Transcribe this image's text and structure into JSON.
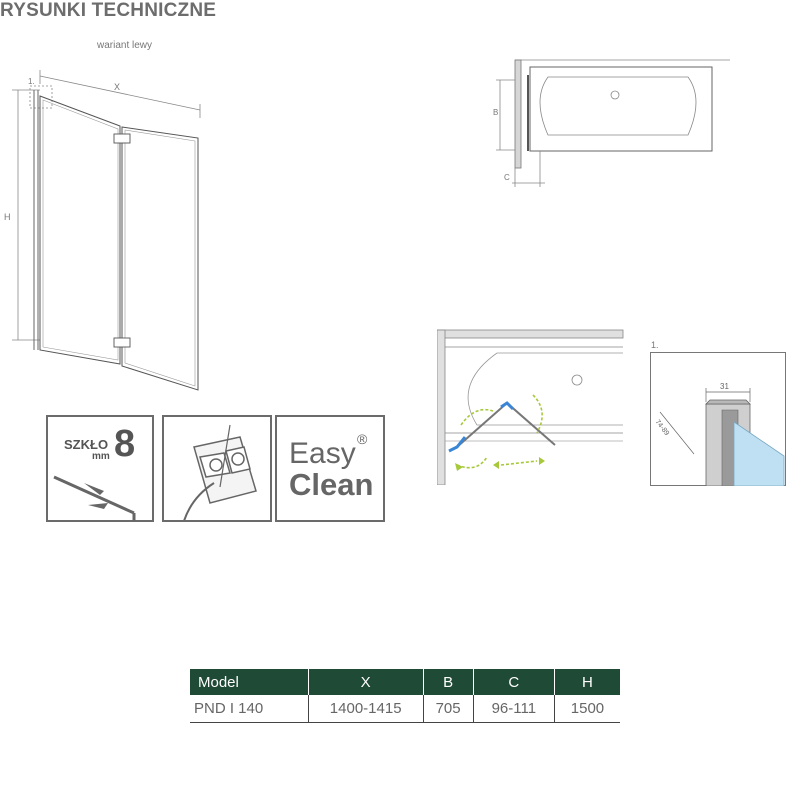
{
  "header": {
    "title": "RYSUNKI TECHNICZNE",
    "subtitle": "wariant lewy"
  },
  "front_view": {
    "label_x": "X",
    "label_h": "H",
    "label_detail": "1."
  },
  "top_view": {
    "label_b": "B",
    "label_c": "C"
  },
  "detail_view": {
    "label_number": "1.",
    "dim_width": "31",
    "dim_range": "74-89"
  },
  "badges": {
    "glass": {
      "word": "SZKŁO",
      "unit": "mm",
      "thickness": "8"
    },
    "easy_clean": {
      "line1": "Easy",
      "line2": "Clean",
      "mark": "®"
    }
  },
  "table": {
    "headers": [
      "Model",
      "X",
      "B",
      "C",
      "H"
    ],
    "rows": [
      [
        "PND I 140",
        "1400-1415",
        "705",
        "96-111",
        "1500"
      ]
    ]
  },
  "colors": {
    "table_header_bg": "#1f4a35",
    "arrow_green": "#a6c93a",
    "hinge_blue": "#3a86d6"
  }
}
